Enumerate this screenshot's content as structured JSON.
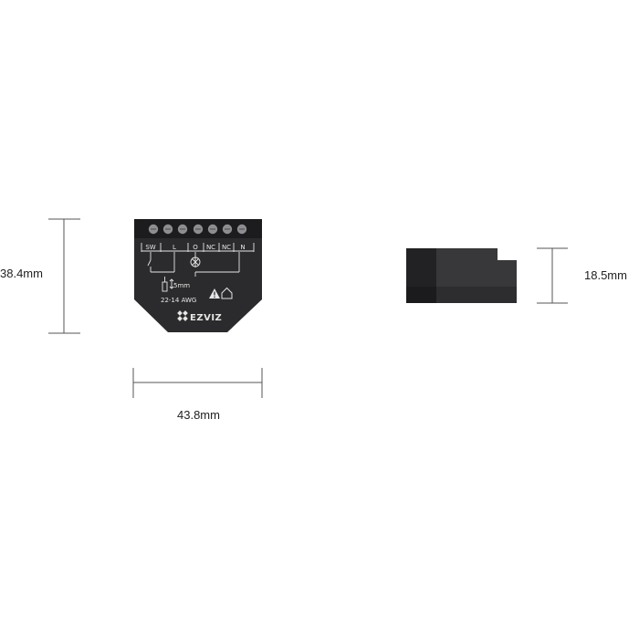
{
  "dimensions": {
    "height_label": "38.4mm",
    "width_label": "43.8mm",
    "depth_label": "18.5mm"
  },
  "terminal_labels": [
    "SW",
    "L",
    "O",
    "NC",
    "NC",
    "N"
  ],
  "device_front": {
    "strip_length": "5mm",
    "wire_gauge": "22-14 AWG",
    "brand": "EZVIZ"
  },
  "colors": {
    "dimension_line": "#555555",
    "device_body": "#2b2b2d",
    "terminal_block": "#1c1c1e",
    "screw": "#8e8e92",
    "print": "#e6e6e6",
    "side_dark": "#262628",
    "side_light": "#3a3a3d"
  },
  "icons": [
    "warning-triangle-icon",
    "home-icon",
    "lamp-icon",
    "ezviz-logo-icon"
  ]
}
